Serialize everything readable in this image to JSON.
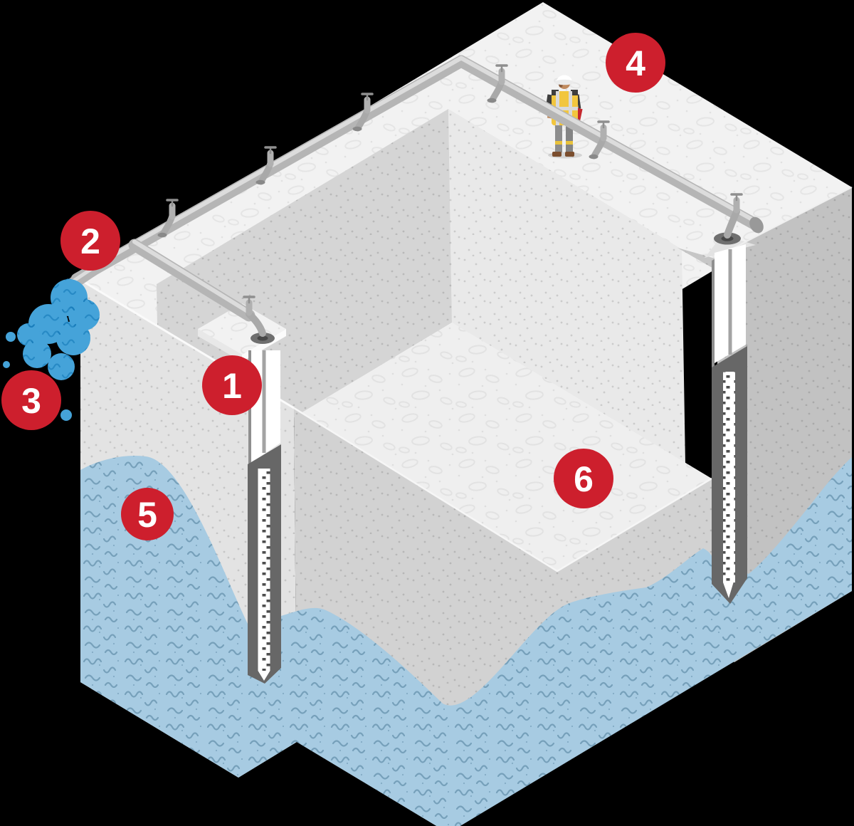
{
  "callouts": {
    "items": [
      {
        "label": "1"
      },
      {
        "label": "2"
      },
      {
        "label": "3"
      },
      {
        "label": "4"
      },
      {
        "label": "5"
      },
      {
        "label": "6"
      }
    ]
  },
  "colors": {
    "background": "#000000",
    "callout_red": "#cd1f2d",
    "callout_text": "#ffffff",
    "surface_top": "#f2f2f2",
    "pit_floor": "#efefef",
    "pit_wall_left": "#d5d5d5",
    "pit_wall_right": "#e9e9e9",
    "front_left_face": "#e3e3e3",
    "front_center_face": "#d2d2d2",
    "near_right_band": "#c6c6c6",
    "right_face": "#c2c2c2",
    "water": "#a7cbe2",
    "splash": "#45a3d9",
    "pipe": "#b5b5b5",
    "pipe_highlight": "#dcdcdc",
    "pipe_shadow": "#8d8d8d",
    "well_screen": "#676767",
    "well_casing": "#ffffff",
    "vest_yellow": "#f2c63e",
    "skin": "#c08a5e",
    "boots": "#7b4e2e",
    "clipboard_red": "#c5272d"
  }
}
